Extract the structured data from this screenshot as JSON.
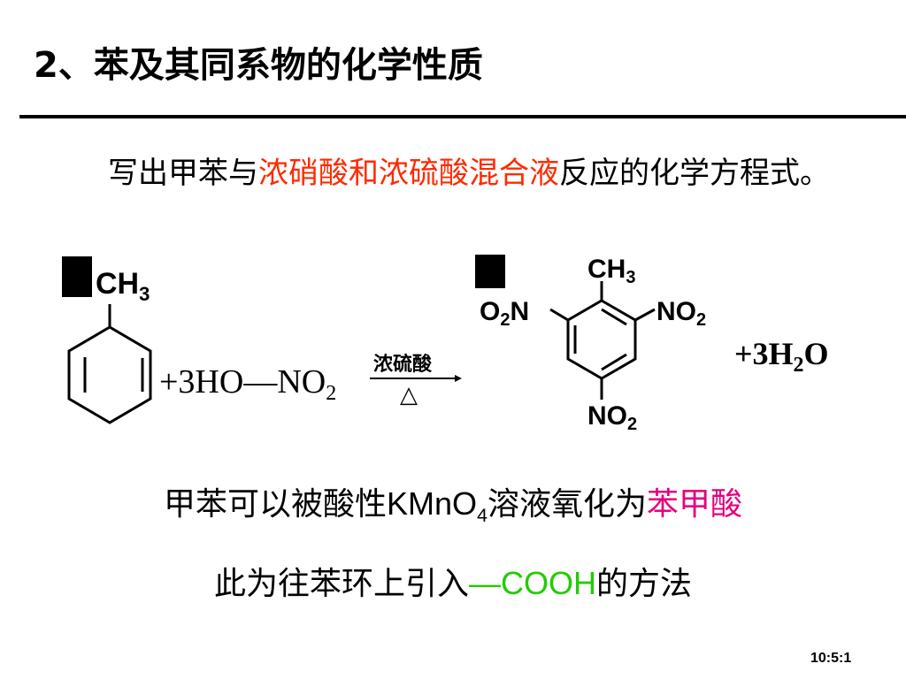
{
  "title": "2、苯及其同系物的化学性质",
  "question": {
    "prefix": "写出甲苯与",
    "highlight": "浓硝酸和浓硫酸混合液",
    "suffix": "反应的化学方程式。"
  },
  "reaction": {
    "reactant1_group": "CH3",
    "reagent": "+3HO—NO2",
    "catalyst": "浓硫酸",
    "condition": "△",
    "product_groups": {
      "top": "CH3",
      "left": "O2N",
      "right": "NO2",
      "bottom": "NO2"
    },
    "byproduct": "+3H2O"
  },
  "statement1": {
    "text1": "甲苯可以被酸性",
    "formula_main": "KMnO",
    "formula_sub": "4",
    "text2": "溶液氧化为",
    "highlight": "苯甲酸"
  },
  "statement2": {
    "text1": "此为往苯环上引入",
    "highlight": "—COOH",
    "text2": "的方法"
  },
  "footer": "10:5:1",
  "colors": {
    "red": "#ff2a00",
    "pink": "#e6007e",
    "green": "#22cc00"
  }
}
